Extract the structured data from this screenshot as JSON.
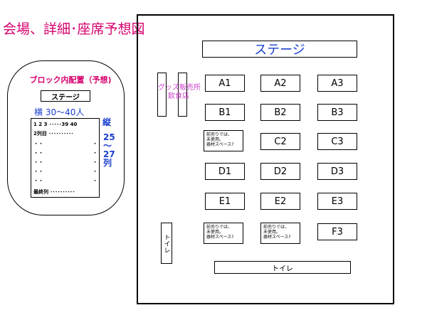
{
  "page_title": "会場、詳細･座席予想図",
  "block_panel": {
    "title": "ブロック内配置（予想)",
    "stage_label": "ステージ",
    "width_label": "横 30～40人",
    "col_label": "縦",
    "grid": {
      "header": "1 2 3 ･････39 40",
      "row2": "2列目 ･･････････",
      "dots_left": "・・",
      "dot_right": "・",
      "last_row": "最終列 ･･････････"
    },
    "row_range": "25～27列"
  },
  "venue": {
    "stage_label": "ステージ",
    "goods_label_1": "グッズ販売所",
    "goods_label_2": "飲食店",
    "blocks": [
      "A1",
      "A2",
      "A3",
      "B1",
      "B2",
      "B3",
      "C2",
      "C3",
      "D1",
      "D2",
      "D3",
      "E1",
      "E2",
      "E3",
      "F3"
    ],
    "note_text": "前売りでは、\n未使用。\n器材スペース?",
    "toilet_label": "トイレ"
  }
}
